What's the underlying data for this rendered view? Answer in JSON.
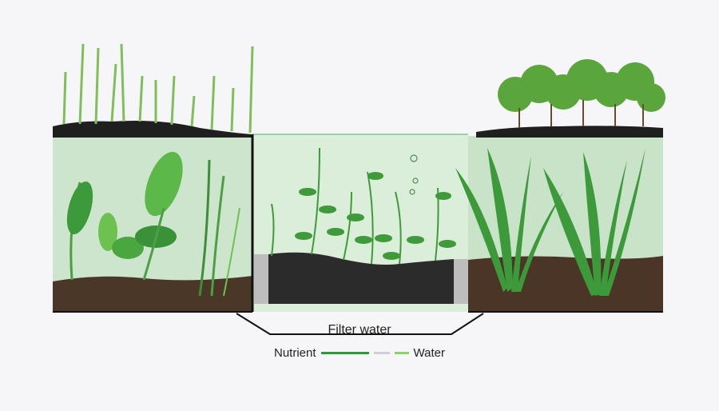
{
  "diagram": {
    "caption": "Filter water",
    "legend": [
      {
        "label": "Nutrient",
        "color": "#2f9a3a"
      },
      {
        "label": "Water",
        "color": "#8cd26b"
      }
    ]
  },
  "colors": {
    "water": "#cfe7cf",
    "soil": "#4a3526",
    "gravel": "#2a2a2a",
    "leaf_dark": "#2f8a2f",
    "leaf_light": "#5cb84c",
    "grass": "#7fbf5a"
  }
}
